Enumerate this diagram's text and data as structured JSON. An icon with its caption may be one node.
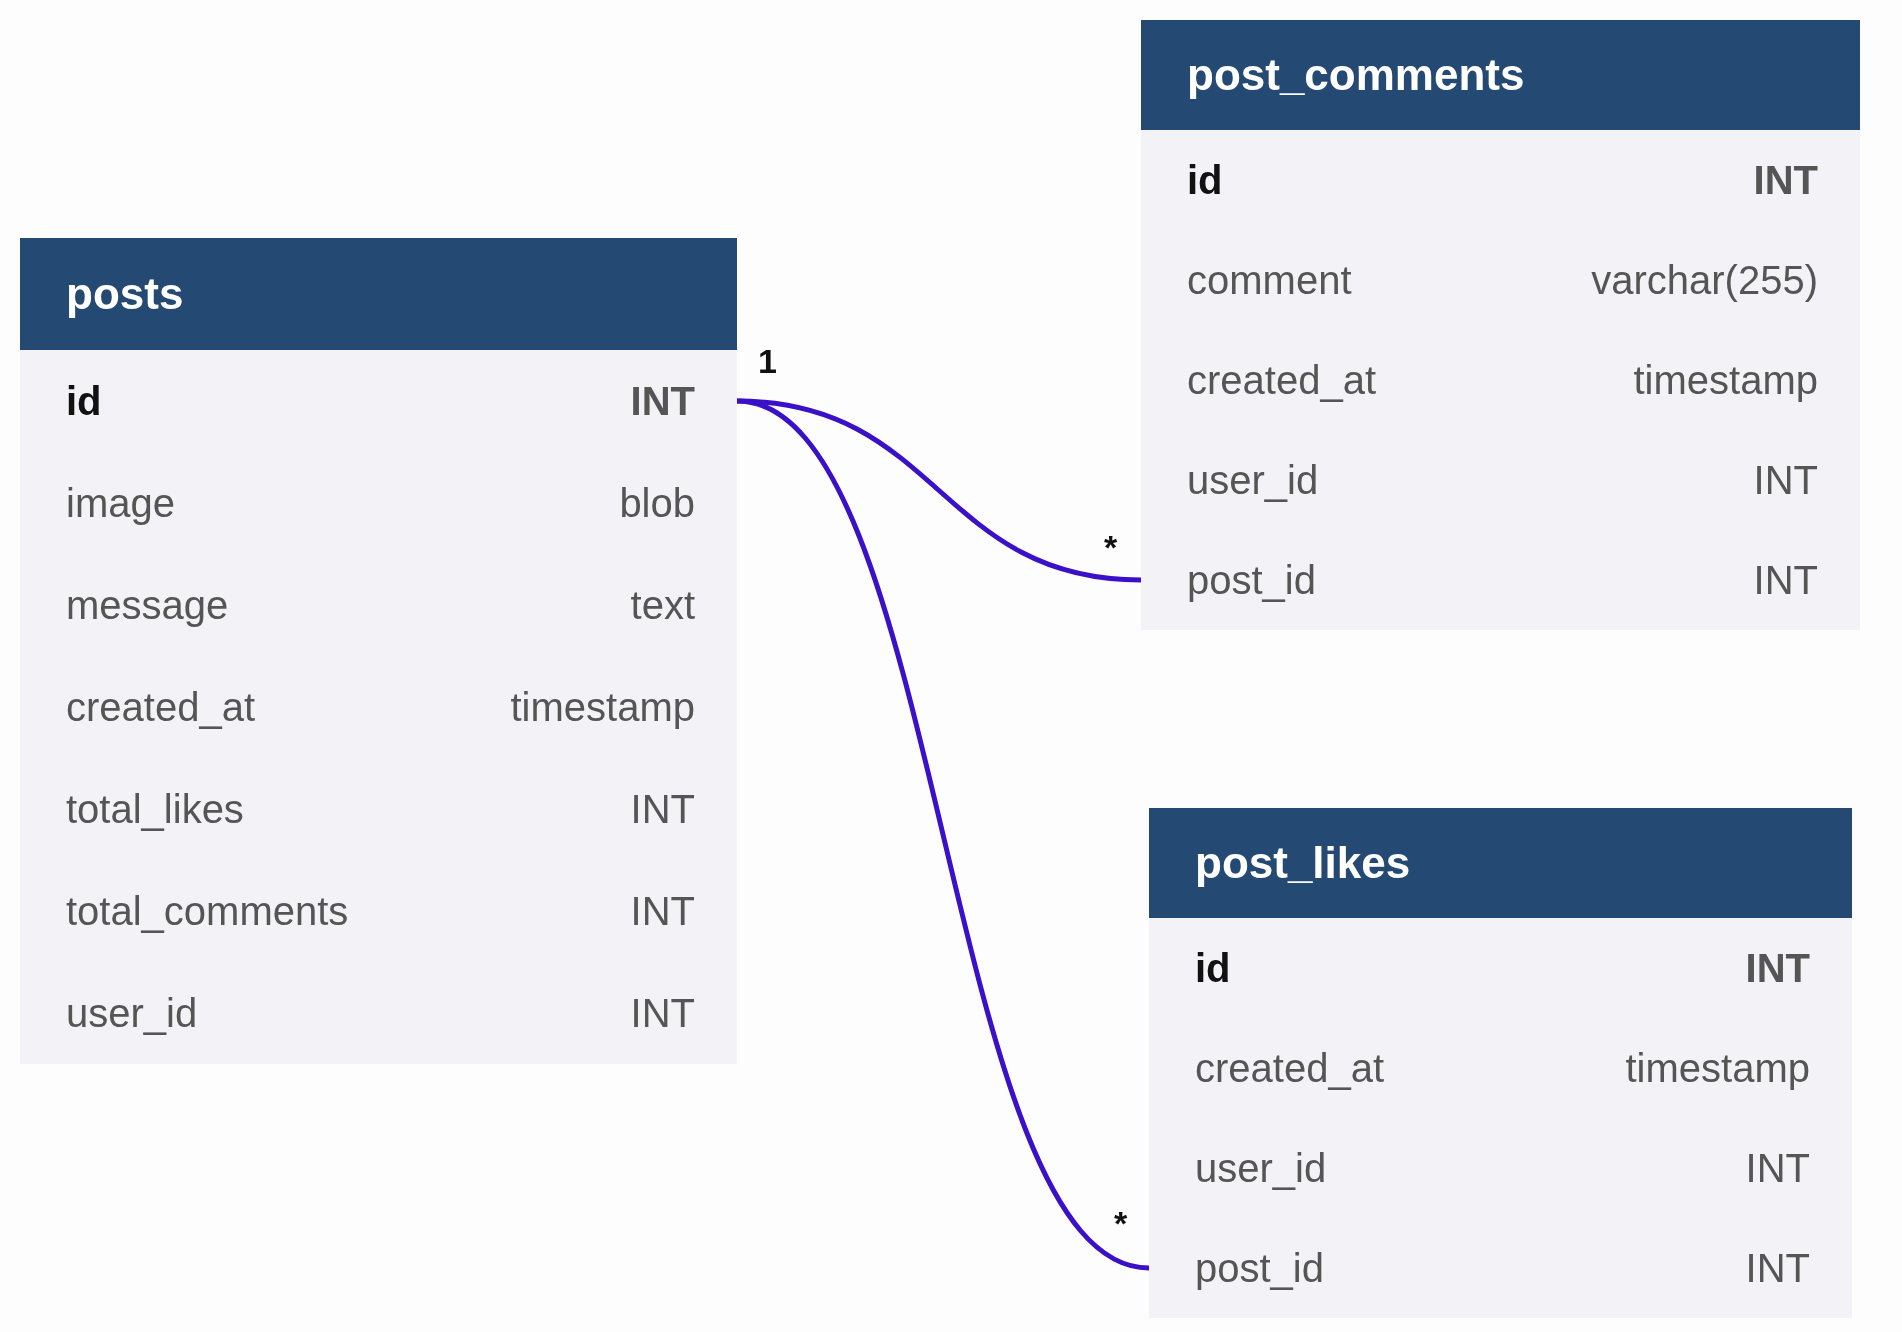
{
  "diagram": {
    "nodes": [
      {
        "text": [
          "posts"
        ]
      },
      {
        "text": [
          "id",
          "INT"
        ],
        "in": 0
      },
      {
        "text": [
          "image",
          "blob"
        ],
        "in": 0
      },
      {
        "text": [
          "message",
          "text"
        ],
        "in": 0
      },
      {
        "text": [
          "created_at",
          "timestamp"
        ],
        "in": 0
      },
      {
        "text": [
          "total_likes",
          "INT"
        ],
        "in": 0
      },
      {
        "text": [
          "total_comments",
          "INT"
        ],
        "in": 0
      },
      {
        "text": [
          "user_id",
          "INT"
        ],
        "in": 0
      },
      {
        "text": [
          "post_comments"
        ]
      },
      {
        "text": [
          "id",
          "INT"
        ],
        "in": 8
      },
      {
        "text": [
          "comment",
          "varchar(255)"
        ],
        "in": 8
      },
      {
        "text": [
          "created_at",
          "timestamp"
        ],
        "in": 8
      },
      {
        "text": [
          "user_id",
          "INT"
        ],
        "in": 8
      },
      {
        "text": [
          "post_id",
          "INT"
        ],
        "in": 8
      },
      {
        "text": [
          "post_likes"
        ]
      },
      {
        "text": [
          "id",
          "INT"
        ],
        "in": 14
      },
      {
        "text": [
          "created_at",
          "timestamp"
        ],
        "in": 14
      },
      {
        "text": [
          "user_id",
          "INT"
        ],
        "in": 14
      },
      {
        "text": [
          "post_id",
          "INT"
        ],
        "in": 14
      }
    ],
    "edges": [
      {
        "from": 1,
        "to": 13,
        "arrow": "none"
      },
      {
        "from": 1,
        "to": 18,
        "arrow": "none"
      }
    ],
    "labels": [
      "1",
      "*",
      "*"
    ]
  }
}
